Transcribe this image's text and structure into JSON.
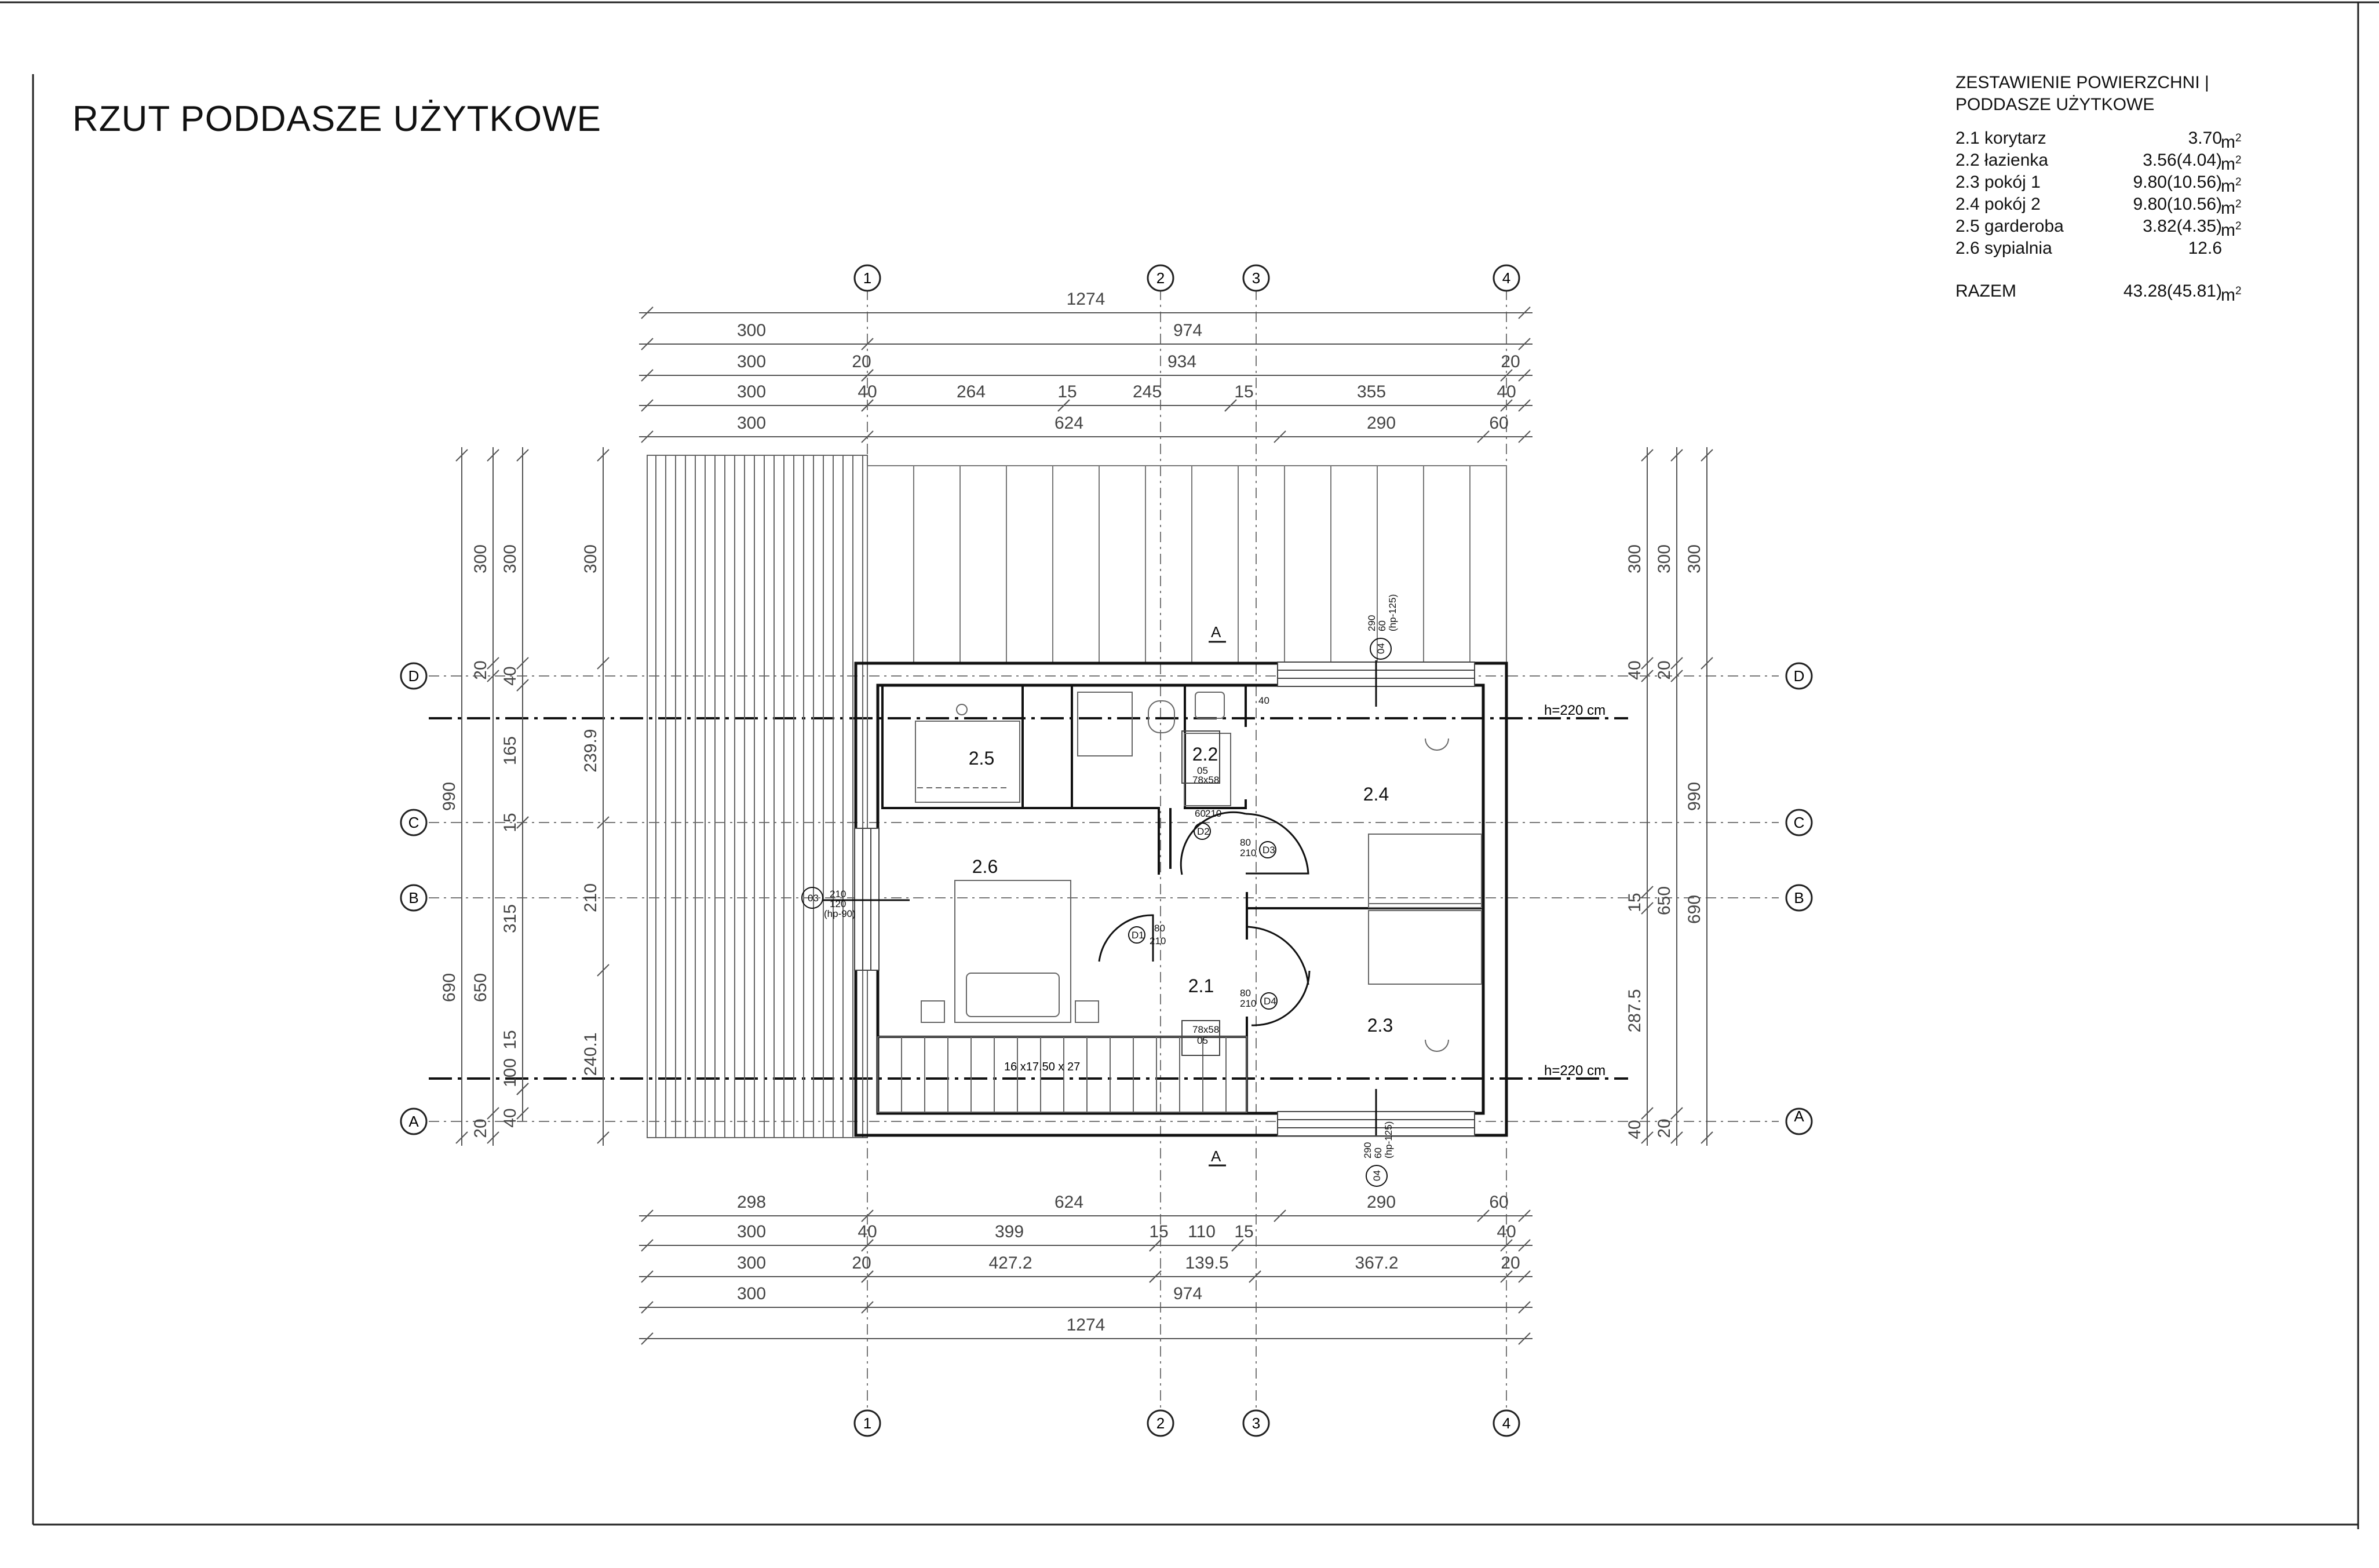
{
  "drawing": {
    "title": "RZUT PODDASZE UŻYTKOWE"
  },
  "area_table": {
    "header_line1": "ZESTAWIENIE POWIERZCHNI |",
    "header_line2": "PODDASZE UŻYTKOWE",
    "unit": "m",
    "unit_sup": "2",
    "rows": [
      {
        "label": "2.1 korytarz",
        "value": "3.70"
      },
      {
        "label": "2.2 łazienka",
        "value": "3.56(4.04)"
      },
      {
        "label": "2.3 pokój 1",
        "value": "9.80(10.56)"
      },
      {
        "label": "2.4 pokój 2",
        "value": "9.80(10.56)"
      },
      {
        "label": "2.5 garderoba",
        "value": "3.82(4.35)"
      },
      {
        "label": "2.6 sypialnia",
        "value": "12.6"
      }
    ],
    "total_label": "RAZEM",
    "total_value": "43.28(45.81)"
  },
  "axes": {
    "columns": [
      "1",
      "2",
      "3",
      "4"
    ],
    "rows": [
      "D",
      "C",
      "B",
      "A"
    ]
  },
  "dimensions_top": {
    "row1": [
      "1274"
    ],
    "row2": [
      "300",
      "974"
    ],
    "row3": [
      "300",
      "20",
      "934",
      "20"
    ],
    "row4": [
      "300",
      "40",
      "264",
      "15",
      "245",
      "15",
      "355",
      "40"
    ],
    "row5": [
      "300",
      "624",
      "290",
      "60"
    ]
  },
  "dimensions_bottom": {
    "row1": [
      "298",
      "624",
      "290",
      "60"
    ],
    "row2": [
      "300",
      "40",
      "399",
      "15",
      "110",
      "15",
      "40"
    ],
    "row3": [
      "300",
      "20",
      "427.2",
      "139.5",
      "367.2",
      "20"
    ],
    "row4": [
      "300",
      "974"
    ],
    "row5": [
      "1274"
    ]
  },
  "dimensions_left": {
    "c1": [
      "990",
      "690"
    ],
    "c2": [
      "300",
      "20",
      "650",
      "20"
    ],
    "c3": [
      "300",
      "40",
      "165",
      "15",
      "315",
      "15",
      "100",
      "40"
    ],
    "c4": [
      "300",
      "239.9",
      "210",
      "240.1"
    ]
  },
  "dimensions_right": {
    "c1": [
      "300",
      "40",
      "15",
      "287.5",
      "40"
    ],
    "c2": [
      "300",
      "20",
      "650",
      "20"
    ],
    "c3": [
      "300",
      "990",
      "690"
    ]
  },
  "rooms": [
    {
      "id": "2.1"
    },
    {
      "id": "2.2"
    },
    {
      "id": "2.3"
    },
    {
      "id": "2.4"
    },
    {
      "id": "2.5"
    },
    {
      "id": "2.6"
    }
  ],
  "room_labels": {
    "r21": "2.1",
    "r22": "2.2",
    "r23": "2.3",
    "r24": "2.4",
    "r25": "2.5",
    "r26": "2.6"
  },
  "annotations": {
    "h_line_1": "h=220 cm",
    "h_line_2": "h=220 cm",
    "stairs": "16 x17.50 x 27",
    "section_mark": "A",
    "window_04_top": "04",
    "window_04_top_dims": "290",
    "window_04_top_dims2": "60",
    "window_04_top_dims3": "(hp-125)",
    "window_04_bottom": "04",
    "window_04_bottom_dims": "290",
    "window_04_bottom_dims2": "60",
    "window_04_bottom_dims3": "(hp-125)",
    "window_03": "03",
    "window_03_a": "210",
    "window_03_b": "120",
    "window_03_c": "(hp-90)",
    "roofwin_05a": "05",
    "roofwin_05a_dims": "78x58",
    "roofwin_05b": "05",
    "roofwin_05b_dims": "78x58",
    "door_d1": "D1",
    "door_d1_a": "80",
    "door_d1_b": "210",
    "door_d2": "D2",
    "door_d2_a": "60",
    "door_d2_b": "210",
    "door_d3": "D3",
    "door_d3_a": "80",
    "door_d3_b": "210",
    "door_d4": "D4",
    "door_d4_a": "80",
    "door_d4_b": "210",
    "small40": "40"
  }
}
